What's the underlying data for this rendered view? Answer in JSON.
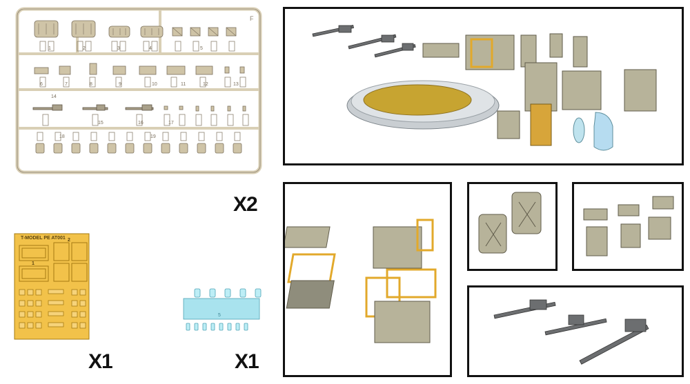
{
  "plastic_sprue": {
    "corner_letter": "F",
    "quantity": "X2",
    "part_numbers": [
      "1",
      "2",
      "3",
      "4",
      "5",
      "6",
      "7",
      "8",
      "9",
      "10",
      "11",
      "12",
      "13",
      "14",
      "15",
      "16",
      "17",
      "18",
      "19"
    ]
  },
  "photo_etch": {
    "title": "T-MODEL PE AT001",
    "quantity": "X1",
    "part_numbers": [
      "1",
      "2"
    ]
  },
  "clear_sprue": {
    "part_number": "5",
    "quantity": "X1"
  },
  "colors": {
    "sprue": "#d9cfb5",
    "sprue_line": "#8d8270",
    "pe_brass": "#f2c24a",
    "clear": "#a9e3ee",
    "model_grey": "#b7b39a",
    "frame": "#111111"
  }
}
